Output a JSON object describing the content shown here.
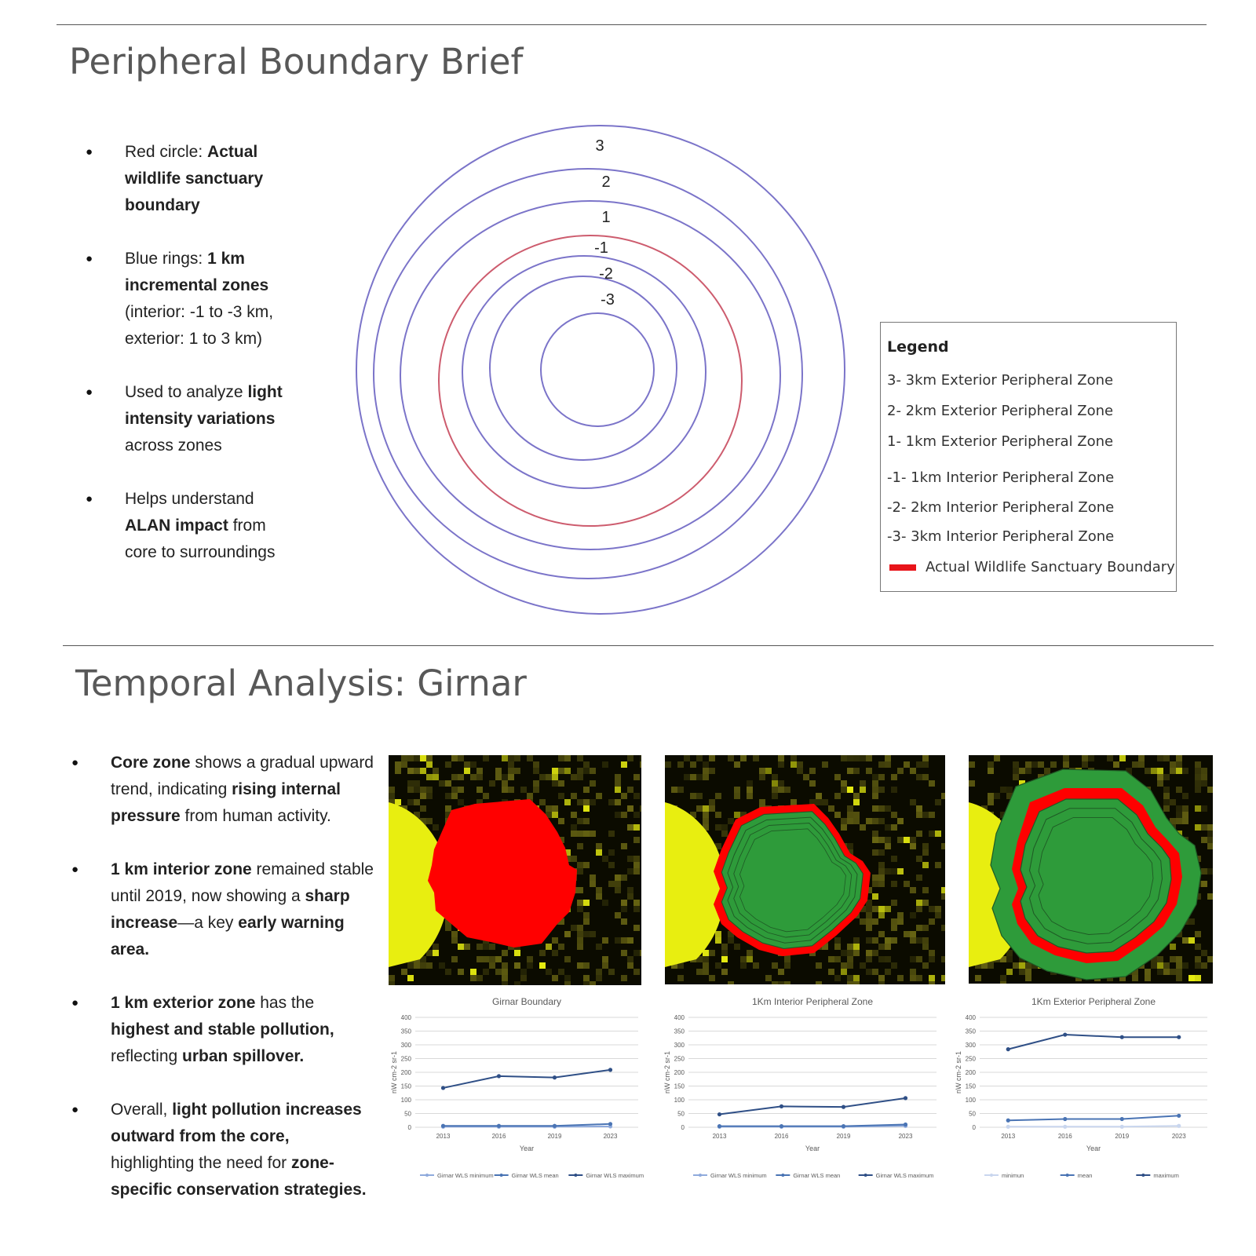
{
  "section1": {
    "title": "Peripheral Boundary Brief",
    "bullets": [
      {
        "parts": [
          {
            "t": "Red circle: ",
            "b": false
          },
          {
            "t": "Actual wildlife sanctuary boundary",
            "b": true
          }
        ]
      },
      {
        "parts": [
          {
            "t": "Blue rings: ",
            "b": false
          },
          {
            "t": "1 km incremental zones",
            "b": true
          },
          {
            "t": " (interior: -1 to -3 km, exterior: 1 to 3 km)",
            "b": false
          }
        ]
      },
      {
        "parts": [
          {
            "t": "Used to analyze ",
            "b": false
          },
          {
            "t": "light intensity variations",
            "b": true
          },
          {
            "t": " across zones",
            "b": false
          }
        ]
      },
      {
        "parts": [
          {
            "t": "Helps understand ",
            "b": false
          },
          {
            "t": "ALAN impact",
            "b": true
          },
          {
            "t": " from core to surroundings",
            "b": false
          }
        ]
      }
    ],
    "ring_labels": [
      "3",
      "2",
      "1",
      "-1",
      "-2",
      "-3"
    ],
    "colors": {
      "ring": "#7b74c9",
      "boundary": "#cd5c6e"
    },
    "legend": {
      "title": "Legend",
      "items": [
        "3- 3km Exterior Peripheral Zone",
        "2- 2km Exterior Peripheral Zone",
        "1- 1km Exterior Peripheral Zone",
        "-1- 1km Interior Peripheral Zone",
        "-2- 2km Interior Peripheral Zone",
        "-3- 3km Interior Peripheral Zone"
      ],
      "boundary_item": "Actual Wildlife Sanctuary Boundary",
      "boundary_color": "#e8141a"
    }
  },
  "section2": {
    "title": "Temporal Analysis: Girnar",
    "bullets": [
      {
        "parts": [
          {
            "t": "Core zone",
            "b": true
          },
          {
            "t": " shows a gradual upward trend, indicating ",
            "b": false
          },
          {
            "t": "rising internal pressure",
            "b": true
          },
          {
            "t": " from human activity.",
            "b": false
          }
        ]
      },
      {
        "parts": [
          {
            "t": "1 km interior zone",
            "b": true
          },
          {
            "t": " remained stable until 2019, now showing a ",
            "b": false
          },
          {
            "t": "sharp increase",
            "b": true
          },
          {
            "t": "—a key ",
            "b": false
          },
          {
            "t": "early warning area.",
            "b": true
          }
        ]
      },
      {
        "parts": [
          {
            "t": "1 km exterior zone",
            "b": true
          },
          {
            "t": " has the ",
            "b": false
          },
          {
            "t": "highest and stable pollution,",
            "b": true
          },
          {
            "t": " reflecting ",
            "b": false
          },
          {
            "t": "urban spillover.",
            "b": true
          }
        ]
      },
      {
        "parts": [
          {
            "t": "Overall, ",
            "b": false
          },
          {
            "t": "light pollution increases outward from the core,",
            "b": true
          },
          {
            "t": " highlighting the need for ",
            "b": false
          },
          {
            "t": "zone-specific conservation strategies.",
            "b": true
          }
        ]
      }
    ],
    "map_colors": {
      "bg": "#0b0b00",
      "light": "#e8ee10",
      "dim": "#6d6a14",
      "red": "#ff0000",
      "green": "#2e9b3a"
    }
  },
  "chart_data": [
    {
      "type": "line",
      "title": "Girnar Boundary",
      "xlabel": "Year",
      "ylabel": "nW cm-2 sr-1",
      "categories": [
        "2013",
        "2016",
        "2019",
        "2023"
      ],
      "ylim": [
        0,
        400
      ],
      "yticks": [
        "0",
        "50",
        "100",
        "150",
        "200",
        "250",
        "300",
        "350",
        "400"
      ],
      "series": [
        {
          "name": "Girnar WLS minimum",
          "values": [
            2,
            2,
            2,
            3
          ],
          "color": "#8faadc"
        },
        {
          "name": "Girnar WLS mean",
          "values": [
            5,
            5,
            5,
            12
          ],
          "color": "#4a74b4"
        },
        {
          "name": "Girnar WLS maximum",
          "values": [
            143,
            186,
            181,
            209
          ],
          "color": "#2f4f86"
        }
      ]
    },
    {
      "type": "line",
      "title": "1Km Interior Peripheral Zone",
      "xlabel": "Year",
      "ylabel": "nW cm-2 sr-1",
      "categories": [
        "2013",
        "2016",
        "2019",
        "2023"
      ],
      "ylim": [
        0,
        400
      ],
      "yticks": [
        "0",
        "50",
        "100",
        "150",
        "200",
        "250",
        "300",
        "350",
        "400"
      ],
      "series": [
        {
          "name": "Girnar WLS minimum",
          "values": [
            2,
            2,
            2,
            5
          ],
          "color": "#8faadc"
        },
        {
          "name": "Girnar WLS mean",
          "values": [
            4,
            4,
            4,
            10
          ],
          "color": "#4a74b4"
        },
        {
          "name": "Girnar WLS maximum",
          "values": [
            47,
            76,
            74,
            106
          ],
          "color": "#2f4f86"
        }
      ]
    },
    {
      "type": "line",
      "title": "1Km Exterior Peripheral Zone",
      "xlabel": "Year",
      "ylabel": "nW cm-2 sr-1",
      "categories": [
        "2013",
        "2016",
        "2019",
        "2023"
      ],
      "ylim": [
        0,
        400
      ],
      "yticks": [
        "0",
        "50",
        "100",
        "150",
        "200",
        "250",
        "300",
        "350",
        "400"
      ],
      "series": [
        {
          "name": "minimun",
          "values": [
            2,
            2,
            2,
            5
          ],
          "color": "#c9d6ee"
        },
        {
          "name": "mean",
          "values": [
            25,
            30,
            30,
            42
          ],
          "color": "#4a74b4"
        },
        {
          "name": "maximum",
          "values": [
            284,
            337,
            328,
            328
          ],
          "color": "#2f4f86"
        }
      ]
    }
  ]
}
